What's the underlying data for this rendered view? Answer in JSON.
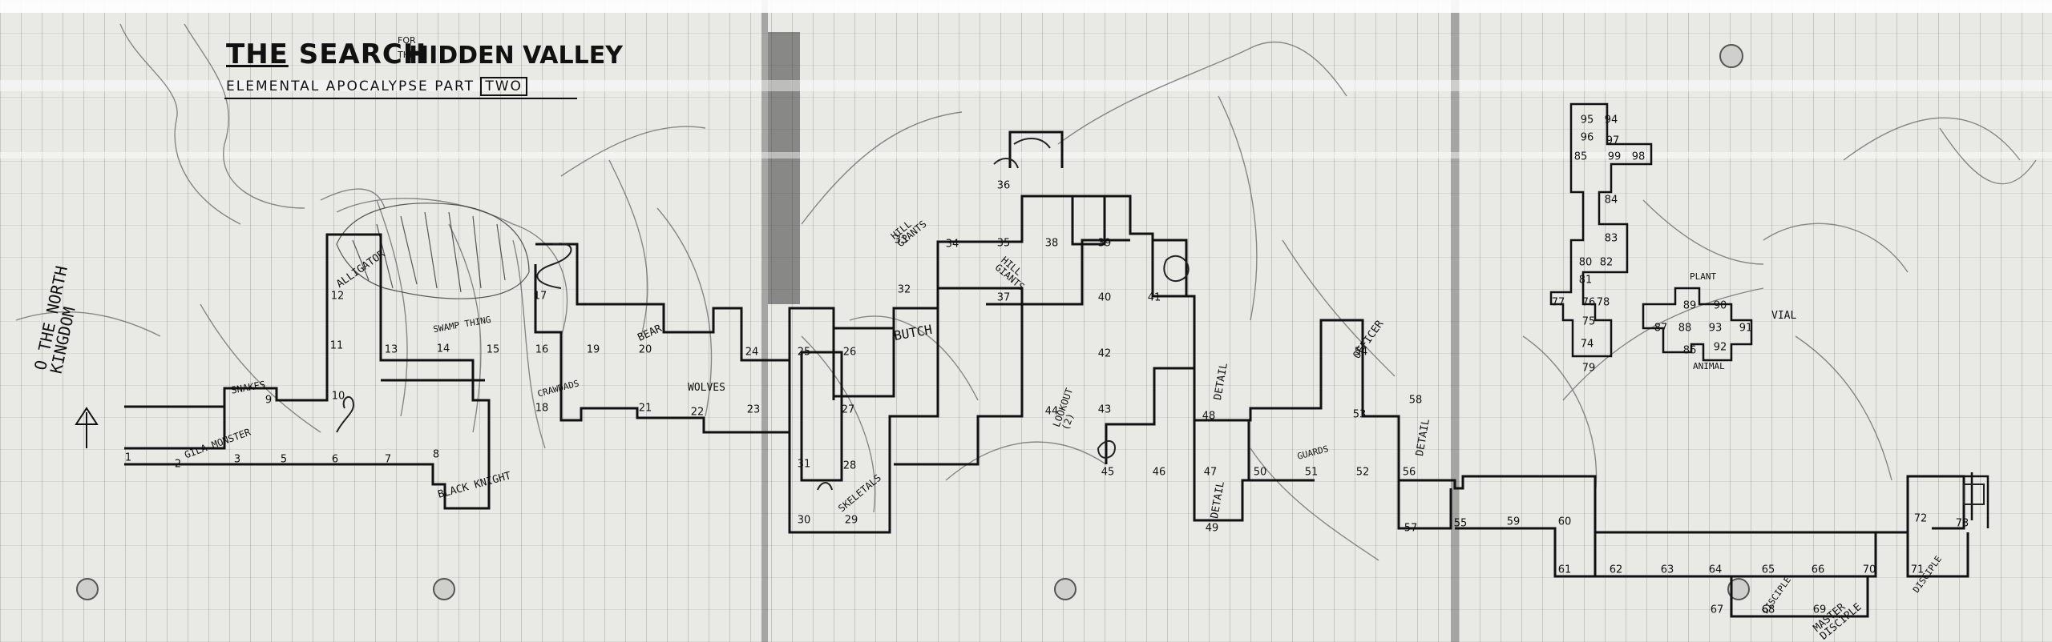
{
  "title": {
    "line1_a": "THE",
    "line1_b": "SEARCH",
    "line1_small_top": "FOR",
    "line1_small_bottom": "THE",
    "line1_c": "HIDDEN VALLEY",
    "line2": "ELEMENTAL APOCALYPSE PART",
    "line2_box": "TWO"
  },
  "labels": {
    "north_kingdom": "O THE NORTH KINGDOM",
    "gila_monster": "GILA MONSTER",
    "snakes": "SNAKES",
    "alligator": "ALLIGATOR",
    "swamp_thing": "SWAMP THING",
    "crawdads": "CRAWDADS",
    "black_knight": "BLACK KNIGHT",
    "bear": "BEAR",
    "wolves": "WOLVES",
    "skeletals": "SKELETALS",
    "hill_giants_1": "HILL GIANTS",
    "butch": "BUTCH",
    "hill_giants_2": "HILL GIANTS",
    "lookout": "LOOKOUT (2)",
    "detail_1": "DETAIL",
    "detail_2": "DETAIL",
    "guards": "GUARDS",
    "officer": "OFFICER",
    "detail_3": "DETAIL",
    "disciple_1": "DISCIPLE",
    "master": "MASTER DISCIPLE",
    "disciple_2": "DISCIPLE",
    "vial": "VIAL",
    "plant": "PLANT",
    "animal": "ANIMAL"
  },
  "rooms": [
    "1",
    "2",
    "3",
    "5",
    "6",
    "7",
    "8",
    "9",
    "10",
    "11",
    "12",
    "13",
    "14",
    "15",
    "16",
    "17",
    "18",
    "19",
    "20",
    "21",
    "22",
    "23",
    "24",
    "25",
    "26",
    "27",
    "28",
    "29",
    "30",
    "31",
    "32",
    "33",
    "34",
    "35",
    "36",
    "37",
    "38",
    "39",
    "40",
    "41",
    "42",
    "43",
    "44",
    "45",
    "46",
    "47",
    "48",
    "49",
    "50",
    "51",
    "52",
    "53",
    "54",
    "55",
    "56",
    "57",
    "58",
    "59",
    "60",
    "61",
    "62",
    "63",
    "64",
    "65",
    "66",
    "67",
    "68",
    "69",
    "70",
    "71",
    "72",
    "73",
    "74",
    "75",
    "76",
    "77",
    "78",
    "79",
    "80",
    "81",
    "82",
    "83",
    "84",
    "85",
    "86",
    "87",
    "88",
    "89",
    "90",
    "91",
    "92",
    "93",
    "94",
    "95",
    "96",
    "97",
    "98",
    "99"
  ],
  "colors": {
    "ink": "#1a1a1a",
    "paper": "#e9e9e5",
    "pencil": "#555555"
  }
}
